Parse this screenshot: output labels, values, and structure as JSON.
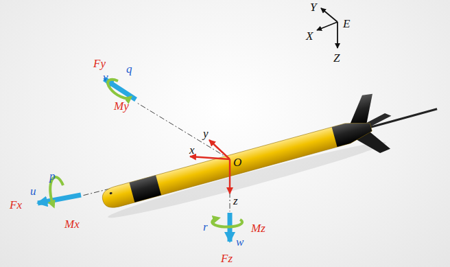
{
  "diagram": {
    "labels": [
      "Y",
      "X",
      "E",
      "Z",
      "Fy",
      "v",
      "q",
      "My",
      "y",
      "x",
      "O",
      "z",
      "p",
      "Fx",
      "u",
      "Mx",
      "r",
      "w",
      "Fz",
      "Mz"
    ]
  }
}
